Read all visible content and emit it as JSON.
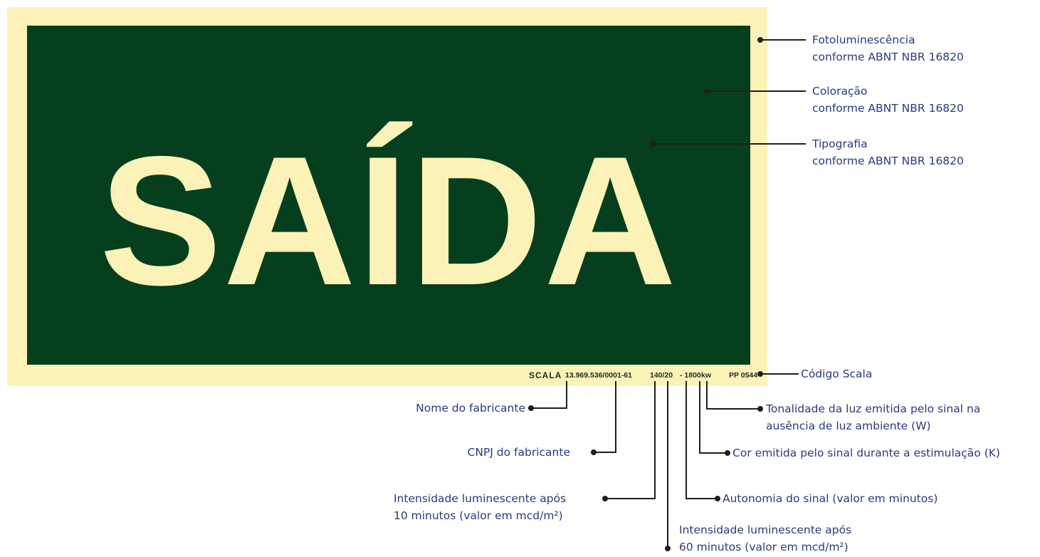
{
  "colors": {
    "sign_green": "#053f1e",
    "sign_photoluminescent": "#fbf2b8",
    "label_text": "#2b3a7a",
    "leader_line": "#1e1e1e"
  },
  "sign": {
    "word": "SAÍDA",
    "footer": {
      "brand": "SCALA",
      "cnpj": "13.969.536/0001-61",
      "luminance": "140/20",
      "autonomy": "- 1800",
      "color_tone": "kw",
      "code": "PP 0544"
    }
  },
  "annotations": {
    "fotoluminescencia": [
      "Fotoluminescência",
      "conforme ABNT NBR 16820"
    ],
    "coloracao": [
      "Coloração",
      "conforme ABNT NBR 16820"
    ],
    "tipografia": [
      "Tipografia",
      "conforme ABNT NBR 16820"
    ],
    "codigo_scala": "Código Scala",
    "nome_fabricante": "Nome do fabricante",
    "cnpj_fabricante": "CNPJ do fabricante",
    "intensidade_10": [
      "Intensidade luminescente após",
      "10 minutos (valor em mcd/m²)"
    ],
    "intensidade_60": [
      "Intensidade luminescente após",
      "60 minutos (valor em mcd/m²)"
    ],
    "autonomia": "Autonomia do sinal (valor em minutos)",
    "cor_emitida": "Cor emitida pelo sinal durante a estimulação (K)",
    "tonalidade": [
      "Tonalidade da luz emitida pelo sinal na",
      "ausência de luz ambiente (W)"
    ]
  }
}
